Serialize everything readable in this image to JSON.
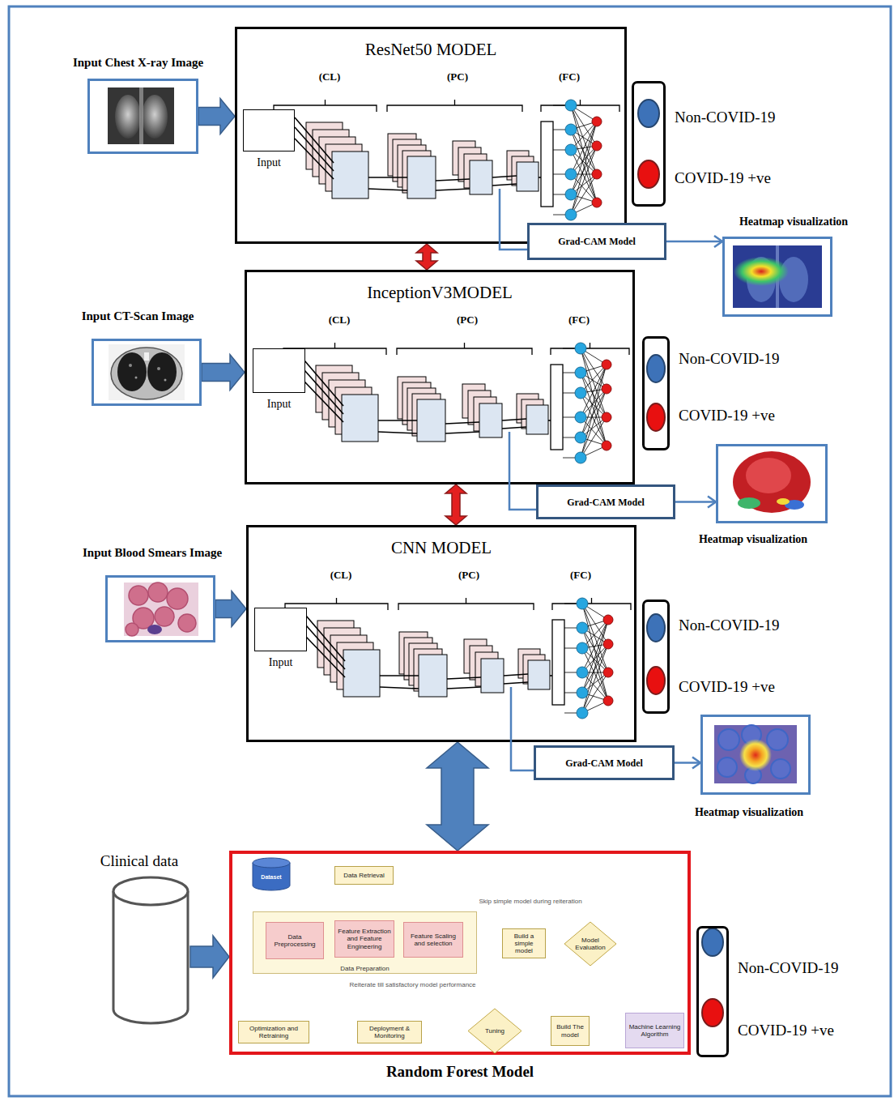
{
  "diagram": {
    "nodes": [
      {
        "text": [
          "Input Chest X-ray Image"
        ]
      },
      {
        "text": [
          "ResNet50 MODEL"
        ]
      },
      {
        "text": [
          "Input"
        ],
        "in": 1
      },
      {
        "text": [
          "Non-COVID-19",
          "COVID-19 +ve"
        ]
      },
      {
        "text": [
          "Grad-CAM Model"
        ]
      },
      {
        "text": [
          "Heatmap visualization"
        ]
      },
      {
        "text": [
          "Input CT-Scan Image"
        ]
      },
      {
        "text": [
          "InceptionV3MODEL"
        ]
      },
      {
        "text": [
          "Input"
        ],
        "in": 7
      },
      {
        "text": [
          "Non-COVID-19",
          "COVID-19 +ve"
        ]
      },
      {
        "text": [
          "Grad-CAM Model"
        ]
      },
      {
        "text": [
          "Heatmap visualization"
        ]
      },
      {
        "text": [
          "Input Blood Smears Image"
        ]
      },
      {
        "text": [
          "CNN MODEL"
        ]
      },
      {
        "text": [
          "Input"
        ],
        "in": 13
      },
      {
        "text": [
          "Non-COVID-19",
          "COVID-19 +ve"
        ]
      },
      {
        "text": [
          "Grad-CAM Model"
        ]
      },
      {
        "text": [
          "Heatmap visualization"
        ]
      },
      {
        "text": [
          "Clinical data"
        ]
      },
      {
        "text": [
          "Random Forest Model"
        ]
      },
      {
        "text": [
          "Dataset"
        ],
        "in": 19
      },
      {
        "text": [
          "Data Retrieval"
        ],
        "in": 19
      },
      {
        "text": [
          "Data Preparation"
        ],
        "in": 19
      },
      {
        "text": [
          "Data Preprocessing"
        ],
        "in": 22
      },
      {
        "text": [
          "Feature Extraction and Feature Engineering"
        ],
        "in": 22
      },
      {
        "text": [
          "Feature Scaling and selection"
        ],
        "in": 22
      },
      {
        "text": [
          "Build a simple model"
        ],
        "in": 19
      },
      {
        "text": [
          "Model Evaluation"
        ],
        "in": 19
      },
      {
        "text": [
          "Build The model"
        ],
        "in": 19
      },
      {
        "text": [
          "Machine Learning Algorithm"
        ],
        "in": 19
      },
      {
        "text": [
          "Tuning"
        ],
        "in": 19
      },
      {
        "text": [
          "Deployment & Monitoring"
        ],
        "in": 19
      },
      {
        "text": [
          "Optimization and Retraining"
        ],
        "in": 19
      },
      {
        "text": [
          "Non-COVID-19",
          "COVID-19 +ve"
        ]
      }
    ],
    "edges": [
      {
        "from": 0,
        "to": 1,
        "arrow": "to"
      },
      {
        "from": 1,
        "to": 4,
        "arrow": "none"
      },
      {
        "from": 4,
        "to": 5,
        "arrow": "to"
      },
      {
        "from": 1,
        "to": 7,
        "arrow": "both"
      },
      {
        "from": 6,
        "to": 7,
        "arrow": "to"
      },
      {
        "from": 7,
        "to": 10,
        "arrow": "none"
      },
      {
        "from": 10,
        "to": 11,
        "arrow": "to"
      },
      {
        "from": 7,
        "to": 13,
        "arrow": "both"
      },
      {
        "from": 12,
        "to": 13,
        "arrow": "to"
      },
      {
        "from": 13,
        "to": 16,
        "arrow": "none"
      },
      {
        "from": 16,
        "to": 17,
        "arrow": "to"
      },
      {
        "from": 13,
        "to": 19,
        "arrow": "both"
      },
      {
        "from": 18,
        "to": 19,
        "arrow": "to"
      },
      {
        "from": 20,
        "to": 21,
        "arrow": "to"
      },
      {
        "from": 21,
        "to": 22,
        "arrow": "to"
      },
      {
        "from": 22,
        "to": 26,
        "arrow": "to"
      },
      {
        "from": 26,
        "to": 27,
        "arrow": "to"
      },
      {
        "from": 27,
        "to": 28,
        "arrow": "to"
      },
      {
        "from": 29,
        "to": 28,
        "arrow": "to"
      },
      {
        "from": 28,
        "to": 30,
        "arrow": "to"
      },
      {
        "from": 30,
        "to": 31,
        "arrow": "to"
      },
      {
        "from": 31,
        "to": 32,
        "arrow": "to"
      },
      {
        "from": 30,
        "to": 22,
        "arrow": "to",
        "label": "Reiterate till satisfactory model performance"
      },
      {
        "from": 22,
        "to": 27,
        "arrow": "to",
        "label": "Skip simple model during reiteration"
      }
    ],
    "labels": [
      "(CL)",
      "(PC)",
      "(FC)",
      "(CL)",
      "(PC)",
      "(FC)",
      "(CL)",
      "(PC)",
      "(FC)"
    ]
  }
}
